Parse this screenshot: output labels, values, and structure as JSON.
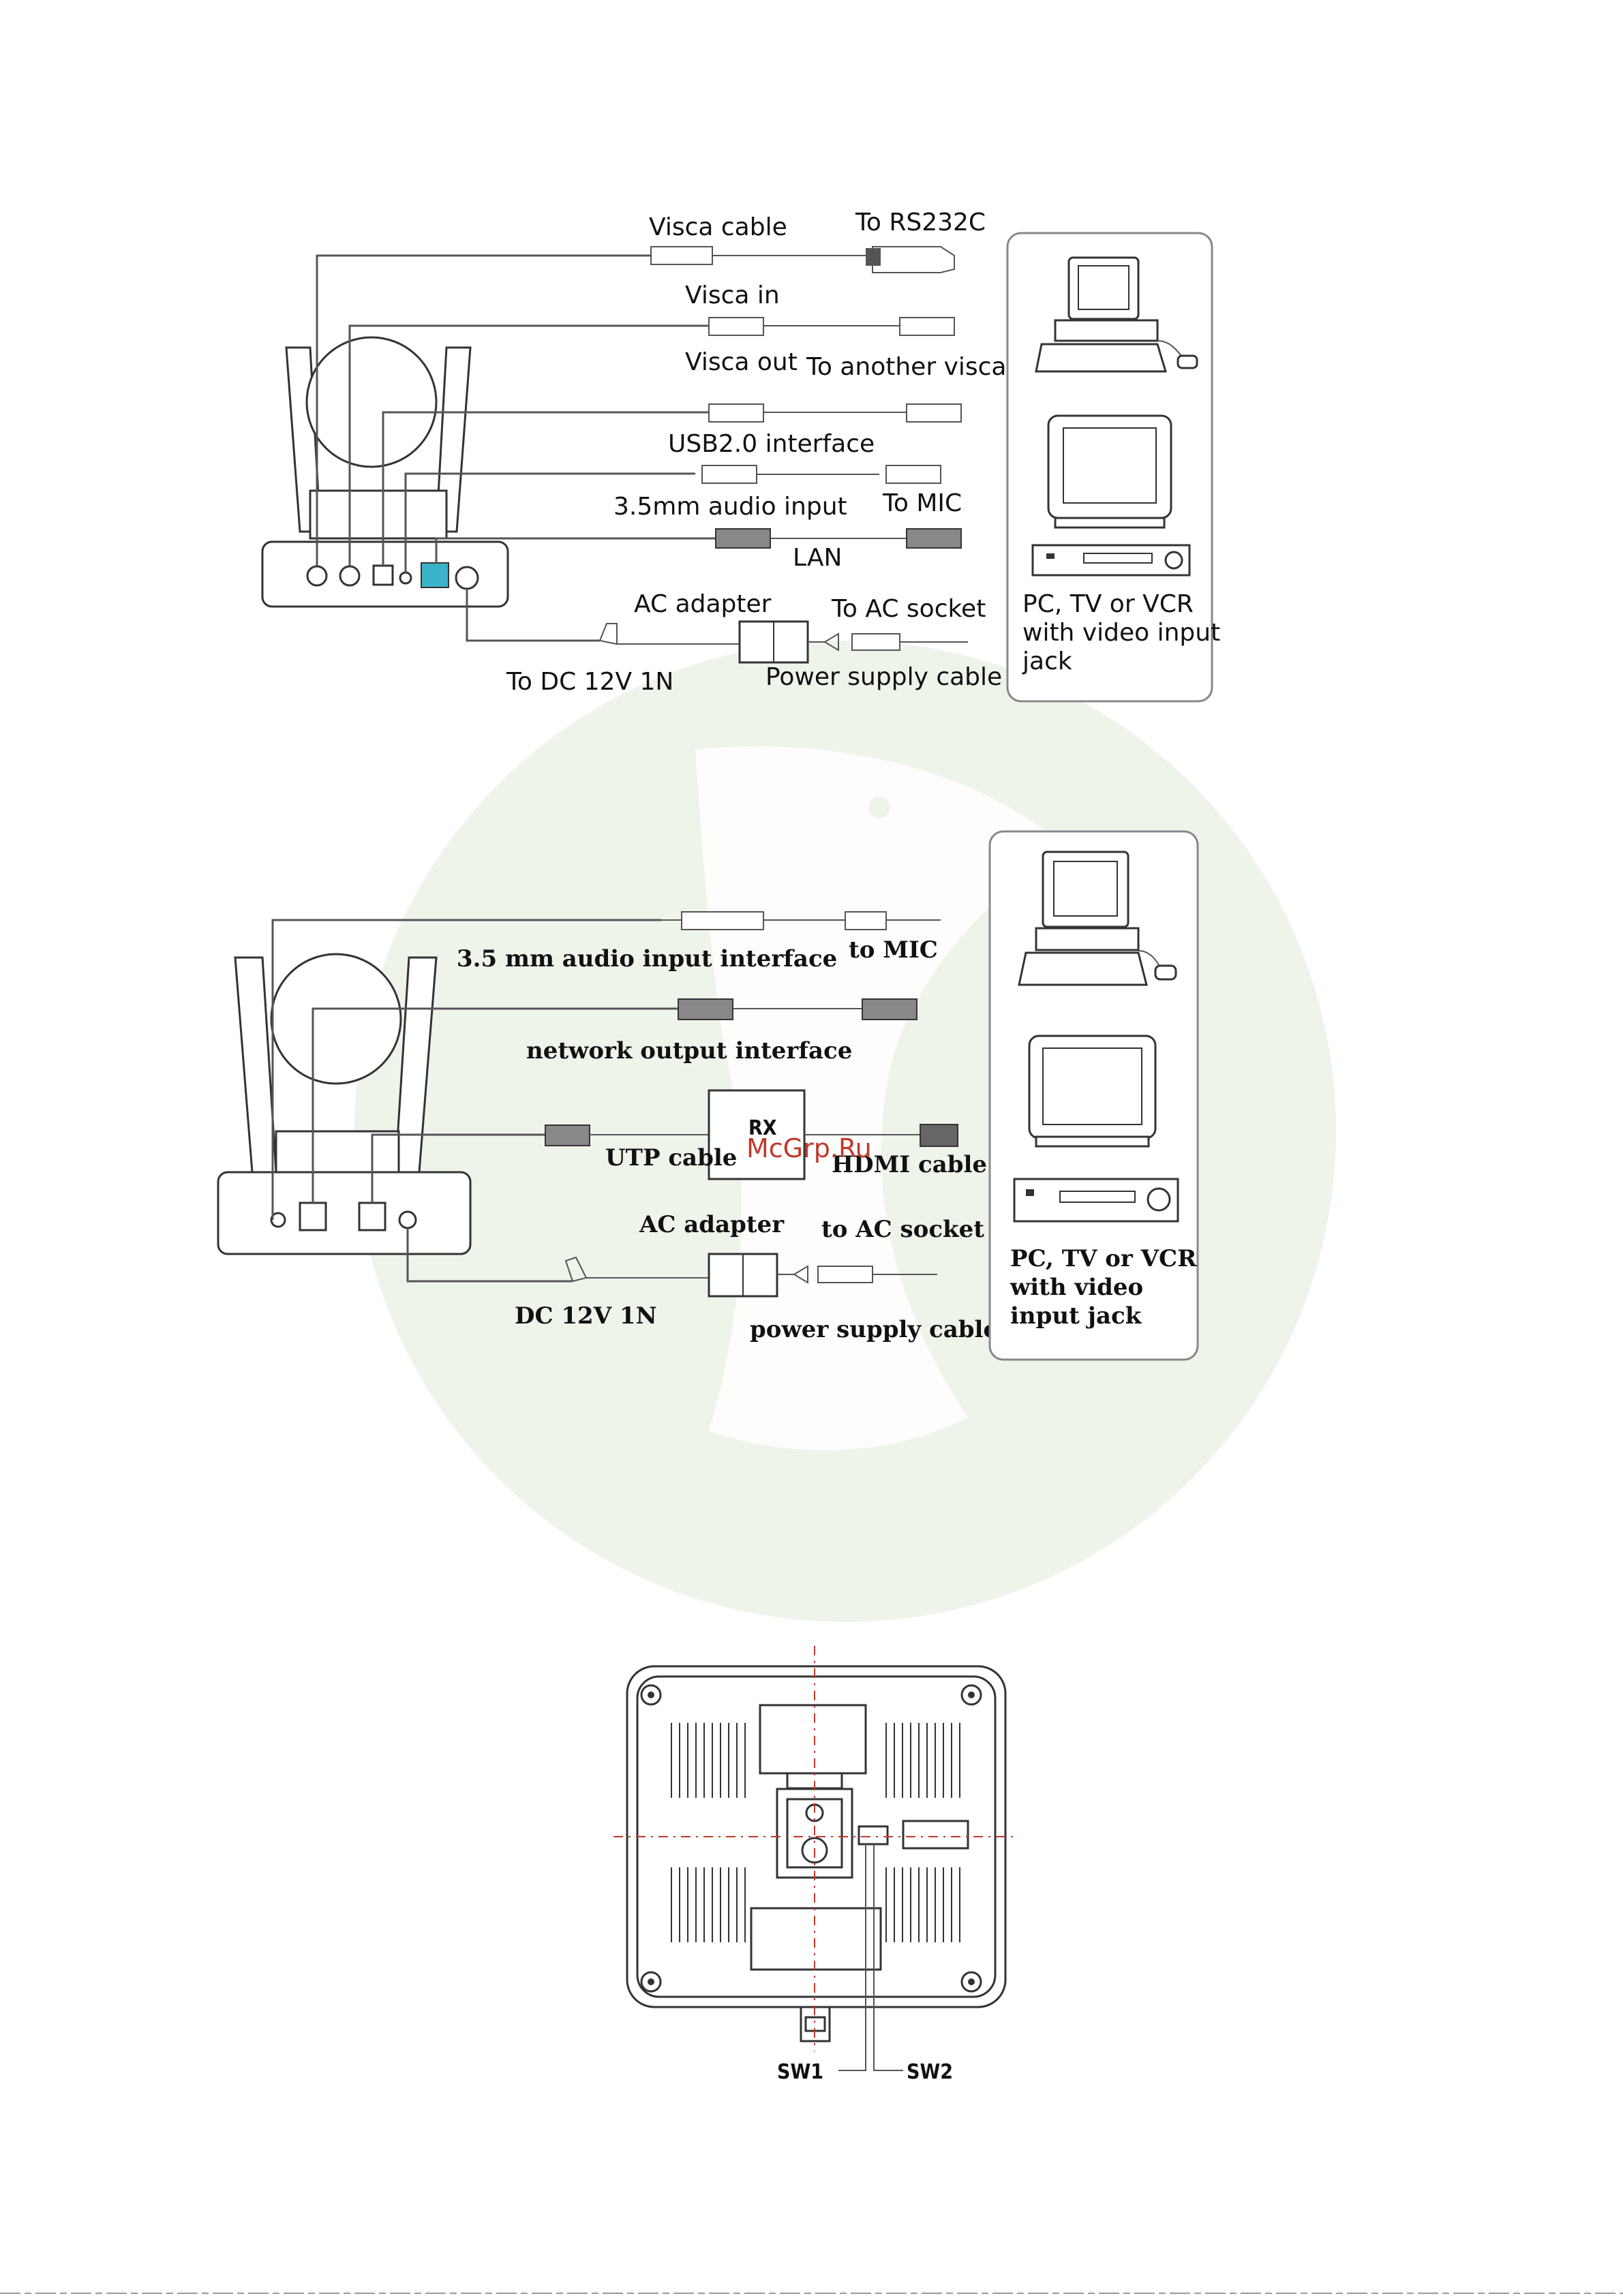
{
  "watermark": {
    "text": "McGrp.Ru",
    "color": "#c0392b",
    "bg_color": "#eef4ea"
  },
  "diagram1": {
    "labels": {
      "visca_cable": "Visca cable",
      "to_rs232c": "To RS232C",
      "visca_in": "Visca in",
      "visca_out": "Visca out",
      "to_another_visca": "To another visca",
      "usb": "USB2.0 interface",
      "audio_input": "3.5mm audio input",
      "to_mic": "To MIC",
      "lan": "LAN",
      "ac_adapter": "AC adapter",
      "to_ac_socket": "To AC socket",
      "to_dc": "To DC 12V 1N",
      "power_cable": "Power supply cable",
      "devices_line1": "PC, TV or VCR",
      "devices_line2": "with video input",
      "devices_line3": "jack"
    },
    "icons": [
      "camera-icon",
      "pc-icon",
      "monitor-icon",
      "vcr-icon"
    ]
  },
  "diagram2": {
    "labels": {
      "audio_interface": "3.5 mm audio input interface",
      "to_mic": "to MIC",
      "network": "network output interface",
      "rx": "RX",
      "utp": "UTP cable",
      "hdmi": "HDMI cable",
      "ac_adapter": "AC adapter",
      "to_ac_socket": "to AC socket",
      "dc": "DC 12V 1N",
      "power_cable": "power supply cable",
      "devices_line1": "PC, TV or VCR",
      "devices_line2": "with video",
      "devices_line3": "input jack"
    },
    "icons": [
      "camera-icon",
      "pc-icon",
      "monitor-icon",
      "vcr-icon"
    ]
  },
  "diagram3": {
    "labels": {
      "sw1": "SW1",
      "sw2": "SW2"
    },
    "icons": [
      "camera-bottom-icon"
    ]
  }
}
